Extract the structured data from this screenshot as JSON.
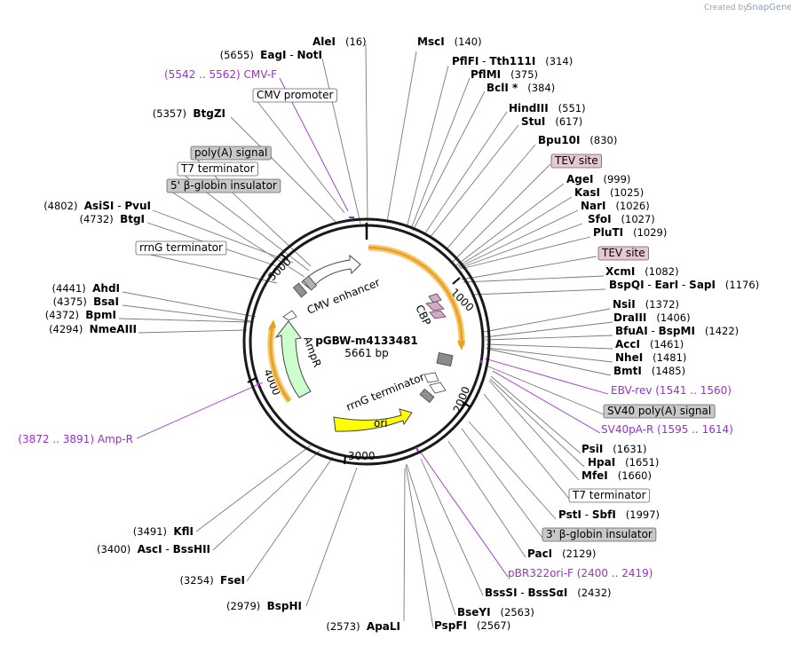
{
  "watermark": {
    "created_by": "Created by",
    "brand": "SnapGene"
  },
  "plasmid": {
    "name": "pGBW-m4133481",
    "length": "5661 bp"
  },
  "colors": {
    "primer": "#9b30d0",
    "orange_feature": "#e8a020",
    "ori": "#ffff00",
    "ampr": "#ccffcc",
    "tev_box": "#e8c8d0",
    "grey_box": "#c0c0c0"
  },
  "ring_ticks": [
    "1000",
    "2000",
    "3000",
    "4000",
    "5000"
  ],
  "left_labels": [
    {
      "pos": "(5655)",
      "name": "EagI",
      "sep": " - ",
      "name2": "NotI"
    },
    {
      "pos": "(5542 .. 5562)",
      "name": "CMV-F",
      "kind": "primer"
    },
    {
      "box": "CMV promoter",
      "kind": "feature_white"
    },
    {
      "pos": "(5357)",
      "name": "BtgZI"
    },
    {
      "box": "poly(A) signal",
      "kind": "feature_grey"
    },
    {
      "box": "T7 terminator",
      "kind": "feature_white"
    },
    {
      "box": "5' β-globin insulator",
      "kind": "feature_grey"
    },
    {
      "pos": "(4802)",
      "name": "AsiSI",
      "sep": " - ",
      "name2": "PvuI"
    },
    {
      "pos": "(4732)",
      "name": "BtgI"
    },
    {
      "box": "rrnG terminator",
      "kind": "feature_white"
    },
    {
      "pos": "(4441)",
      "name": "AhdI"
    },
    {
      "pos": "(4375)",
      "name": "BsaI"
    },
    {
      "pos": "(4372)",
      "name": "BpmI"
    },
    {
      "pos": "(4294)",
      "name": "NmeAIII"
    },
    {
      "pos": "(3872 .. 3891)",
      "name": "Amp-R",
      "kind": "primer"
    },
    {
      "pos": "(3491)",
      "name": "KflI"
    },
    {
      "pos": "(3400)",
      "name": "AscI",
      "sep": " - ",
      "name2": "BssHII"
    },
    {
      "pos": "(3254)",
      "name": "FseI"
    },
    {
      "pos": "(2979)",
      "name": "BspHI"
    },
    {
      "pos": "(2573)",
      "name": "ApaLI"
    }
  ],
  "right_labels": [
    {
      "pos": "(16)",
      "name": "AleI"
    },
    {
      "pos": "(140)",
      "name": "MscI"
    },
    {
      "pos": "(314)",
      "name": "PflFI",
      "sep": " - ",
      "name2": "Tth111I"
    },
    {
      "pos": "(375)",
      "name": "PflMI"
    },
    {
      "pos": "(384)",
      "name": "BclI *"
    },
    {
      "pos": "(551)",
      "name": "HindIII"
    },
    {
      "pos": "(617)",
      "name": "StuI"
    },
    {
      "pos": "(830)",
      "name": "Bpu10I"
    },
    {
      "box": "TEV site",
      "kind": "feature_pink"
    },
    {
      "pos": "(999)",
      "name": "AgeI"
    },
    {
      "pos": "(1025)",
      "name": "KasI"
    },
    {
      "pos": "(1026)",
      "name": "NarI"
    },
    {
      "pos": "(1027)",
      "name": "SfoI"
    },
    {
      "pos": "(1029)",
      "name": "PluTI"
    },
    {
      "box": "TEV site",
      "kind": "feature_pink"
    },
    {
      "pos": "(1082)",
      "name": "XcmI"
    },
    {
      "pos": "(1176)",
      "name": "BspQI",
      "sep": " - ",
      "name2": "EarI",
      "sep2": " - ",
      "name3": "SapI"
    },
    {
      "pos": "(1372)",
      "name": "NsiI"
    },
    {
      "pos": "(1406)",
      "name": "DraIII"
    },
    {
      "pos": "(1422)",
      "name": "BfuAI",
      "sep": " - ",
      "name2": "BspMI"
    },
    {
      "pos": "(1461)",
      "name": "AccI"
    },
    {
      "pos": "(1481)",
      "name": "NheI"
    },
    {
      "pos": "(1485)",
      "name": "BmtI"
    },
    {
      "pos": "(1541 .. 1560)",
      "name": "EBV-rev",
      "kind": "primer"
    },
    {
      "box": "SV40 poly(A) signal",
      "kind": "feature_grey"
    },
    {
      "pos": "(1595 .. 1614)",
      "name": "SV40pA-R",
      "kind": "primer"
    },
    {
      "pos": "(1631)",
      "name": "PsiI"
    },
    {
      "pos": "(1651)",
      "name": "HpaI"
    },
    {
      "pos": "(1660)",
      "name": "MfeI"
    },
    {
      "box": "T7 terminator",
      "kind": "feature_white"
    },
    {
      "pos": "(1997)",
      "name": "PstI",
      "sep": " - ",
      "name2": "SbfI"
    },
    {
      "box": "3' β-globin insulator",
      "kind": "feature_grey"
    },
    {
      "pos": "(2129)",
      "name": "PacI"
    },
    {
      "pos": "(2400 .. 2419)",
      "name": "pBR322ori-F",
      "kind": "primer"
    },
    {
      "pos": "(2432)",
      "name": "BssSI",
      "sep": " - ",
      "name2": "BssSαI"
    },
    {
      "pos": "(2563)",
      "name": "BseYI"
    },
    {
      "pos": "(2567)",
      "name": "PspFI"
    }
  ],
  "inner_features": {
    "cmv_enhancer": "CMV enhancer",
    "cbp": "CBP",
    "ampr": "AmpR",
    "rrng": "rrnG terminator",
    "ori": "ori"
  }
}
